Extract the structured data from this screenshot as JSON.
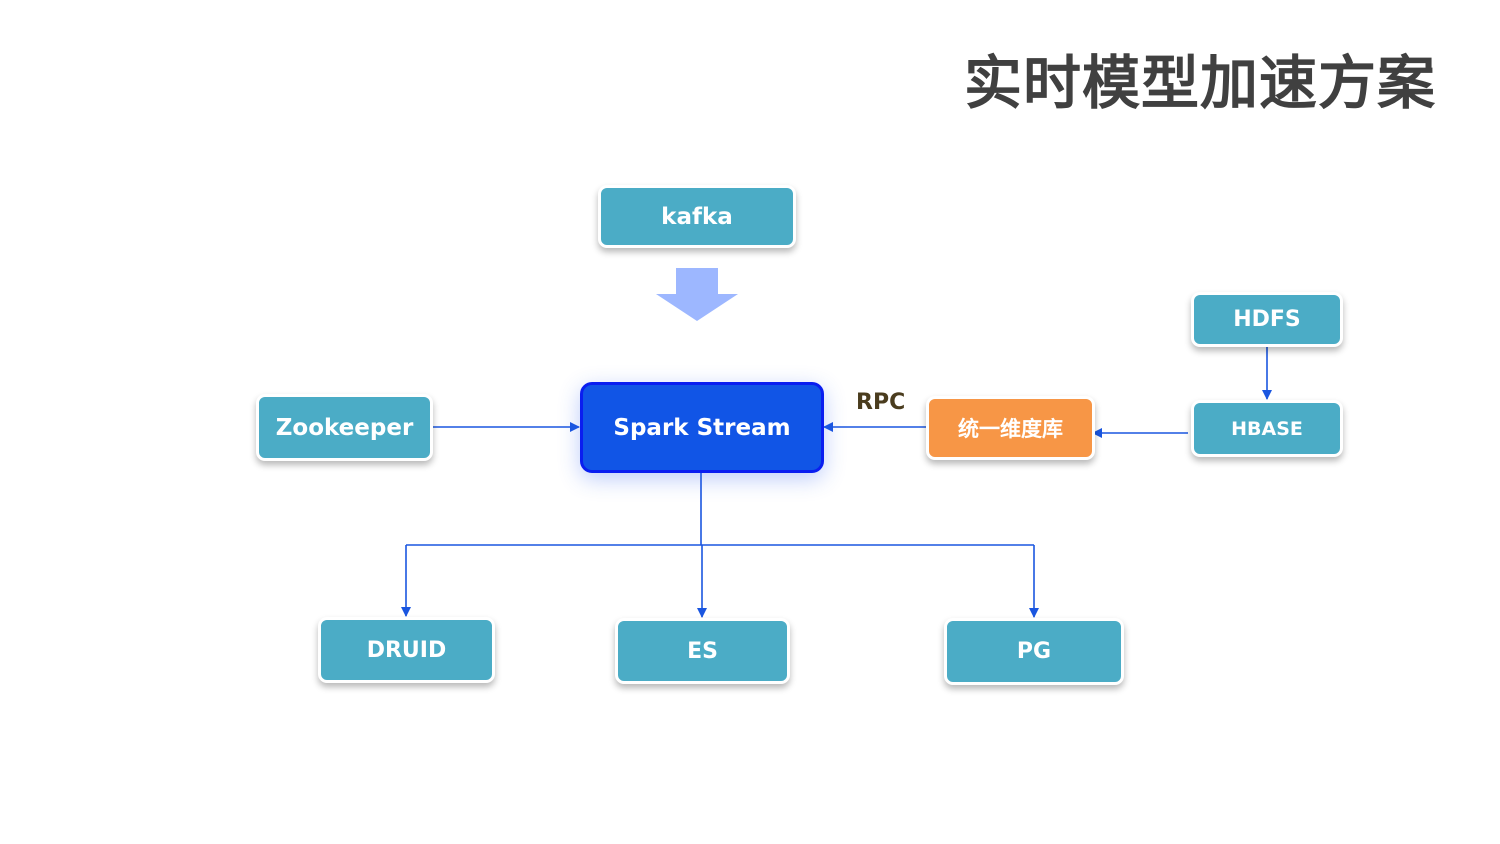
{
  "title": "实时模型加速方案",
  "nodes": {
    "kafka": "kafka",
    "spark": "Spark Stream",
    "zookeeper": "Zookeeper",
    "dimension_store": "统一维度库",
    "hdfs": "HDFS",
    "hbase": "HBASE",
    "druid": "DRUID",
    "es": "ES",
    "pg": "PG"
  },
  "edge_labels": {
    "rpc": "RPC"
  },
  "colors": {
    "node_teal": "#4bacc6",
    "node_orange": "#f79646",
    "spark_fill": "#1155e6",
    "spark_border": "#0a1ef0",
    "connector": "#1a56e0",
    "big_arrow": "#9db7ff",
    "title_text": "#404040"
  }
}
